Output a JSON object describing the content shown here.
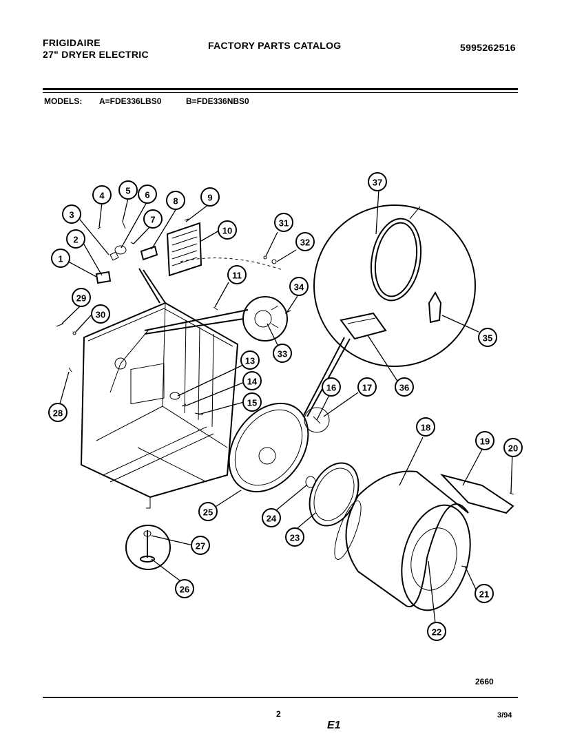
{
  "header": {
    "brand": "FRIGIDAIRE",
    "product": "27\" DRYER ELECTRIC",
    "catalog_title": "FACTORY PARTS CATALOG",
    "catalog_number": "5995262516"
  },
  "models": {
    "label": "MODELS:",
    "model_a": "A=FDE336LBS0",
    "model_b": "B=FDE336NBS0"
  },
  "diagram": {
    "reference_code": "2660",
    "callouts": [
      "1",
      "2",
      "3",
      "4",
      "5",
      "6",
      "7",
      "8",
      "9",
      "10",
      "11",
      "13",
      "14",
      "15",
      "16",
      "17",
      "18",
      "19",
      "20",
      "21",
      "22",
      "23",
      "24",
      "25",
      "26",
      "27",
      "28",
      "29",
      "30",
      "31",
      "32",
      "33",
      "34",
      "35",
      "36",
      "37"
    ]
  },
  "footer": {
    "page_number": "2",
    "section": "E1",
    "date": "3/94"
  }
}
